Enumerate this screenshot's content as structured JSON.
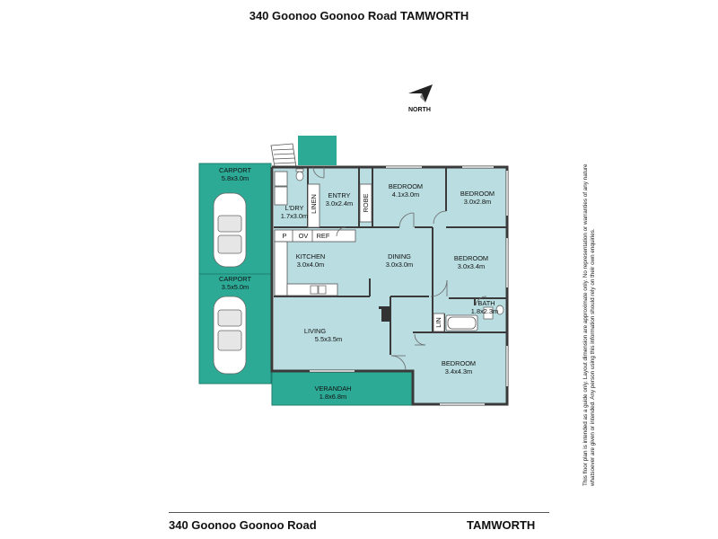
{
  "header": {
    "title": "340 Goonoo Goonoo Road TAMWORTH"
  },
  "compass": {
    "label": "NORTH"
  },
  "rooms": {
    "carport1": {
      "name": "CARPORT",
      "dims": "5.8x3.0m"
    },
    "carport2": {
      "name": "CARPORT",
      "dims": "3.5x5.0m"
    },
    "laundry": {
      "name": "L'DRY",
      "dims": "1.7x3.0m"
    },
    "linen": {
      "name": "LINEN"
    },
    "entry": {
      "name": "ENTRY",
      "dims": "3.0x2.4m"
    },
    "robe": {
      "name": "ROBE"
    },
    "bedroom1": {
      "name": "BEDROOM",
      "dims": "4.1x3.0m"
    },
    "bedroom2": {
      "name": "BEDROOM",
      "dims": "3.0x2.8m"
    },
    "pantry": {
      "name": "P"
    },
    "oven": {
      "name": "OV"
    },
    "fridge": {
      "name": "REF"
    },
    "kitchen": {
      "name": "KITCHEN",
      "dims": "3.0x4.0m"
    },
    "dining": {
      "name": "DINING",
      "dims": "3.0x3.0m"
    },
    "bedroom3": {
      "name": "BEDROOM",
      "dims": "3.0x3.4m"
    },
    "bath": {
      "name": "BATH",
      "dims": "1.8x2.3m"
    },
    "lin": {
      "name": "LIN"
    },
    "living": {
      "name": "LIVING",
      "dims": "5.5x3.5m"
    },
    "bedroom4": {
      "name": "BEDROOM",
      "dims": "3.4x4.3m"
    },
    "verandah": {
      "name": "VERANDAH",
      "dims": "1.8x6.8m"
    }
  },
  "disclaimer": "This floor plan is intended as a guide only. Layout dimension are approximate only. No representation or warranties of any nature whatsoever are given or intended. Any person using this information should rely on their own enquiries.",
  "footer": {
    "address": "340 Goonoo Goonoo Road",
    "suburb": "TAMWORTH"
  },
  "colors": {
    "room": "#b9dde0",
    "outdoor": "#2daa96",
    "wall": "#3a3a3a"
  }
}
